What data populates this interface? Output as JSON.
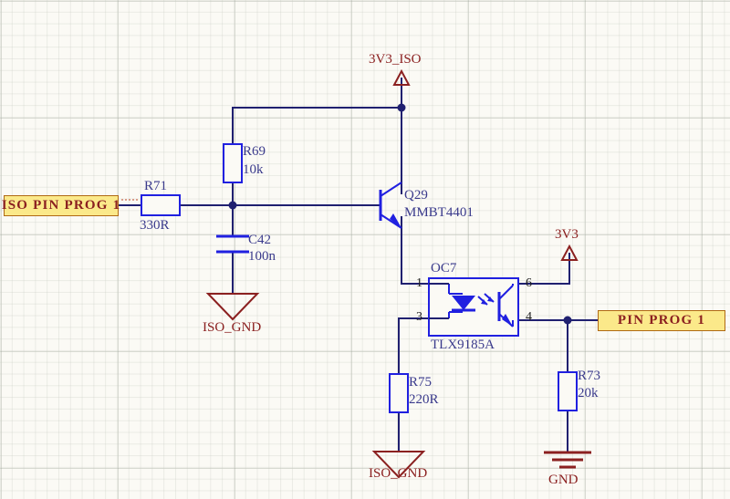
{
  "sheet": {
    "title": "Isolated programming pin interface schematic",
    "background_color": "#fbfaf5",
    "wire_color": "#202070",
    "symbol_color": "#2020e0",
    "power_color": "#8b2020",
    "netlabel_fill": "#fbe98a",
    "netlabel_border": "#b06a14"
  },
  "net_labels": [
    {
      "id": "iso-pin-prog-1",
      "text": "ISO PIN PROG 1"
    },
    {
      "id": "pin-prog-1",
      "text": "PIN PROG 1"
    }
  ],
  "power_symbols": [
    {
      "id": "3v3-iso",
      "name": "3V3_ISO",
      "type": "arrow-triangle"
    },
    {
      "id": "3v3",
      "name": "3V3",
      "type": "arrow-triangle"
    }
  ],
  "ground_symbols": [
    {
      "id": "iso-gnd-c42",
      "name": "ISO_GND",
      "type": "triangle"
    },
    {
      "id": "iso-gnd-r75",
      "name": "ISO_GND",
      "type": "triangle"
    },
    {
      "id": "gnd-r73",
      "name": "GND",
      "type": "earth"
    }
  ],
  "components": [
    {
      "id": "r71",
      "designator": "R71",
      "value": "330R",
      "type": "resistor",
      "orientation": "horizontal"
    },
    {
      "id": "r69",
      "designator": "R69",
      "value": "10k",
      "type": "resistor",
      "orientation": "vertical"
    },
    {
      "id": "c42",
      "designator": "C42",
      "value": "100n",
      "type": "capacitor",
      "orientation": "vertical"
    },
    {
      "id": "q29",
      "designator": "Q29",
      "value": "MMBT4401",
      "type": "npn-transistor",
      "orientation": "vertical"
    },
    {
      "id": "oc7",
      "designator": "OC7",
      "value": "TLX9185A",
      "type": "optocoupler",
      "pins": [
        "1",
        "3",
        "6",
        "4"
      ]
    },
    {
      "id": "r75",
      "designator": "R75",
      "value": "220R",
      "type": "resistor",
      "orientation": "vertical"
    },
    {
      "id": "r73",
      "designator": "R73",
      "value": "20k",
      "type": "resistor",
      "orientation": "vertical"
    }
  ]
}
